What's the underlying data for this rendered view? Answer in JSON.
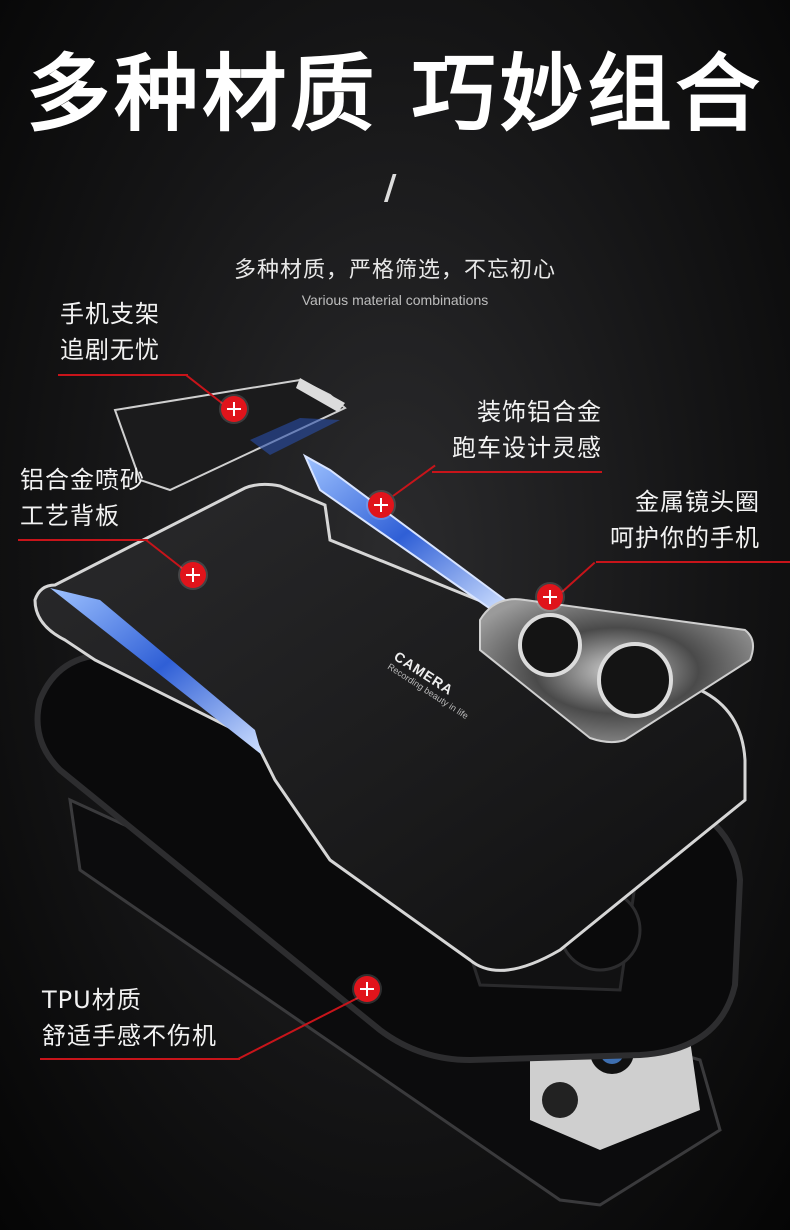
{
  "heading": {
    "title": "多种材质 巧妙组合",
    "slash": "/"
  },
  "subtitle": {
    "chinese": "多种材质，严格筛选，不忘初心",
    "english": "Various material combinations"
  },
  "callouts": {
    "stand": {
      "line1": "手机支架",
      "line2": "追剧无忧"
    },
    "trim": {
      "line1": "装饰铝合金",
      "line2": "跑车设计灵感"
    },
    "back": {
      "line1": "铝合金喷砂",
      "line2": "工艺背板"
    },
    "lens_ring": {
      "line1": "金属镜头圈",
      "line2": "呵护你的手机"
    },
    "tpu": {
      "line1": "TPU材质",
      "line2": "舒适手感不伤机"
    }
  },
  "product_print": {
    "brand": "CAMERA",
    "tagline": "Recording beauty in life"
  },
  "colors": {
    "accent_red": "#e0141b",
    "trim_blue": "#2f5fd6",
    "background": "#151516"
  }
}
